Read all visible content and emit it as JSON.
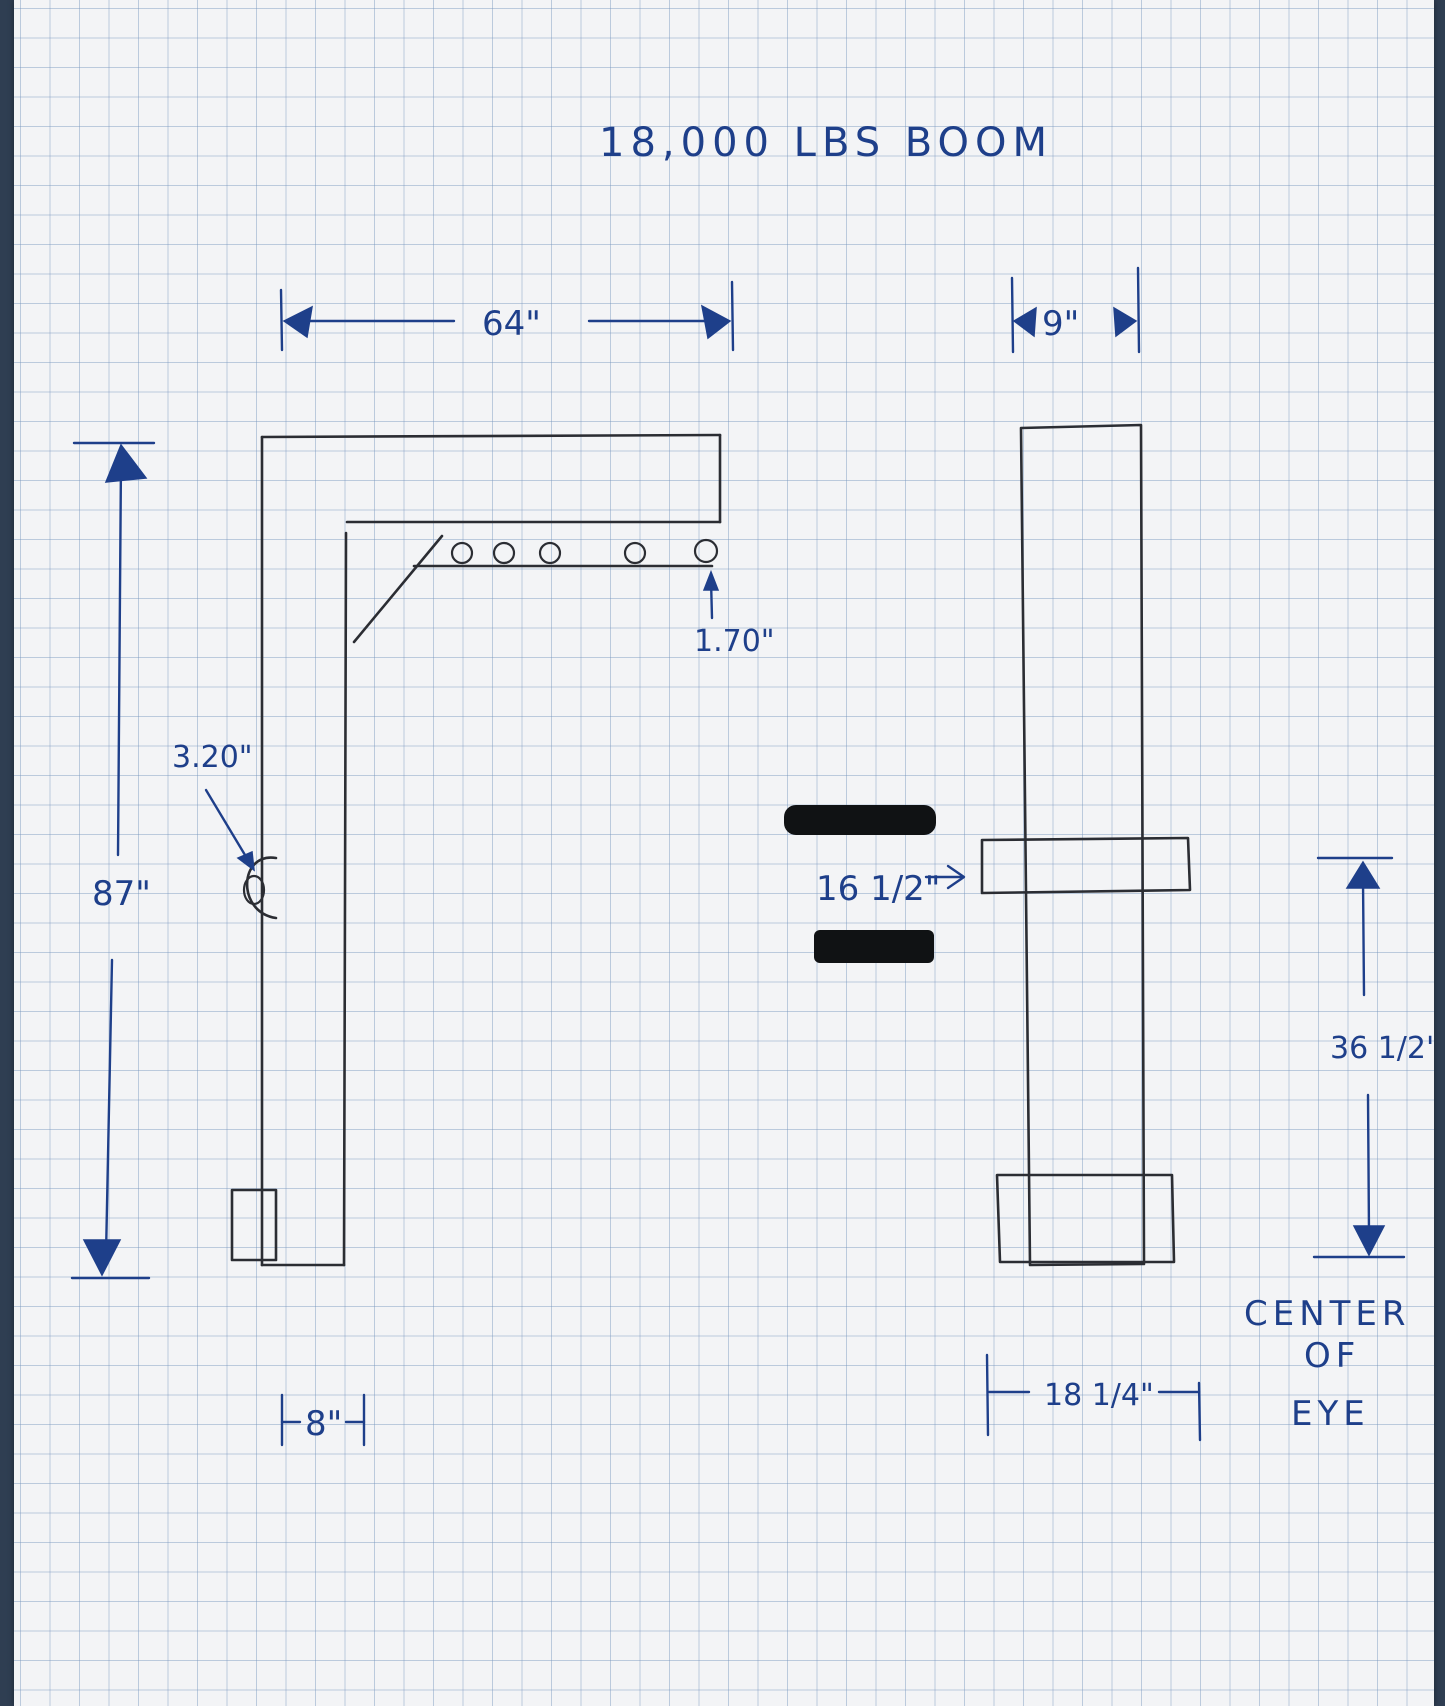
{
  "title": "18,000 LBS BOOM",
  "dimensions": {
    "width_top": "64\"",
    "height_left": "87\"",
    "hole_spacing": "1.70\"",
    "eye_offset": "3.20\"",
    "leg_width": "8\"",
    "side_top_width": "9\"",
    "collar_height": "16 1/2\"",
    "eye_height": "36 1/2\"",
    "base_width": "18 1/4\""
  },
  "notes": {
    "center_line1": "CENTER",
    "center_line2": "OF",
    "center_line3": "EYE"
  },
  "colors": {
    "ink": "#2b2d33",
    "pen": "#1e3f8a",
    "paper": "#f3f4f6",
    "grid": "#7896be"
  }
}
